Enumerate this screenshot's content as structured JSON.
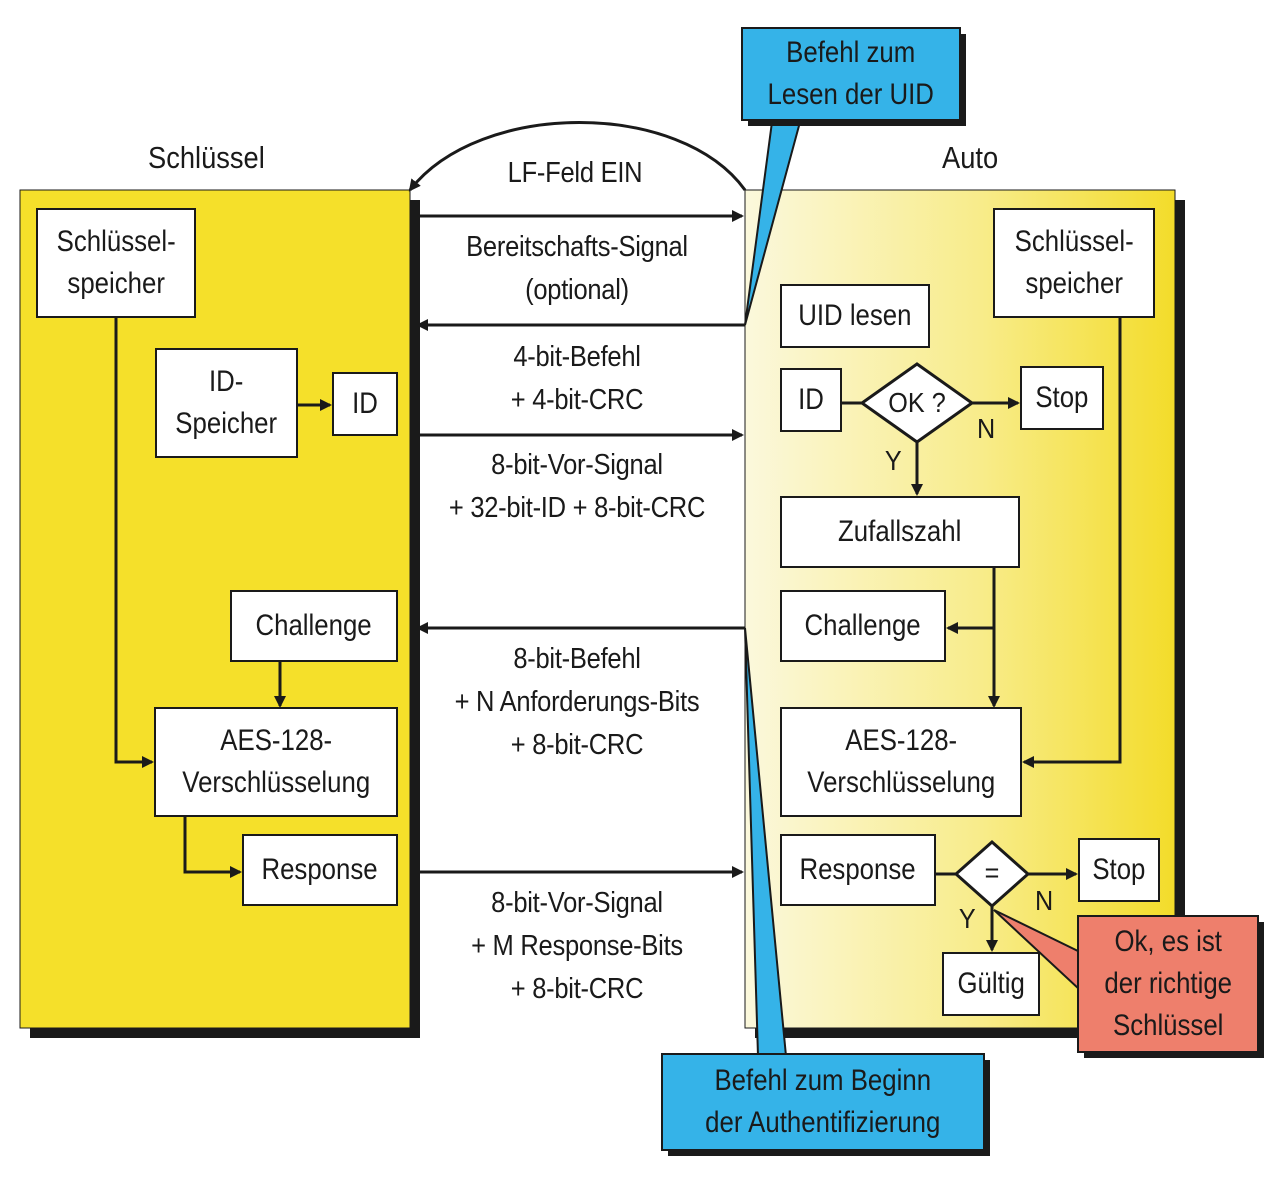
{
  "colors": {
    "panel_yellow": "#f5e02a",
    "panel_yellow_light": "#fbf6c8",
    "callout_blue": "#35b3e8",
    "callout_red": "#ee7f6c",
    "line": "#1a1a1a"
  },
  "key_side": {
    "title": "Schlüssel",
    "key_memory": "Schlüssel-\nspeicher",
    "id_memory": "ID-\nSpeicher",
    "id": "ID",
    "challenge": "Challenge",
    "aes": "AES-128-\nVerschlüsselung",
    "response": "Response"
  },
  "car_side": {
    "title": "Auto",
    "key_memory": "Schlüssel-\nspeicher",
    "read_uid": "UID lesen",
    "id": "ID",
    "ok_check": "OK ?",
    "stop_1": "Stop",
    "branch_yes_1": "Y",
    "branch_no_1": "N",
    "random_number": "Zufallszahl",
    "challenge": "Challenge",
    "aes": "AES-128-\nVerschlüsselung",
    "response": "Response",
    "compare": "=",
    "stop_2": "Stop",
    "branch_yes_2": "Y",
    "branch_no_2": "N",
    "valid": "Gültig"
  },
  "messages": {
    "lf_field": "LF-Feld EIN",
    "ready_signal": "Bereitschafts-Signal\n(optional)",
    "command_4bit": "4-bit-Befehl\n+ 4-bit-CRC",
    "id_reply": "8-bit-Vor-Signal\n+ 32-bit-ID + 8-bit-CRC",
    "challenge_cmd": "8-bit-Befehl\n+ N Anforderungs-Bits\n+ 8-bit-CRC",
    "response_reply": "8-bit-Vor-Signal\n+ M Response-Bits\n+ 8-bit-CRC"
  },
  "callouts": {
    "read_uid_cmd": "Befehl zum\nLesen der UID",
    "auth_start_cmd": "Befehl zum Beginn\nder Authentifizierung",
    "correct_key": "Ok, es ist\nder richtige\nSchlüssel"
  }
}
